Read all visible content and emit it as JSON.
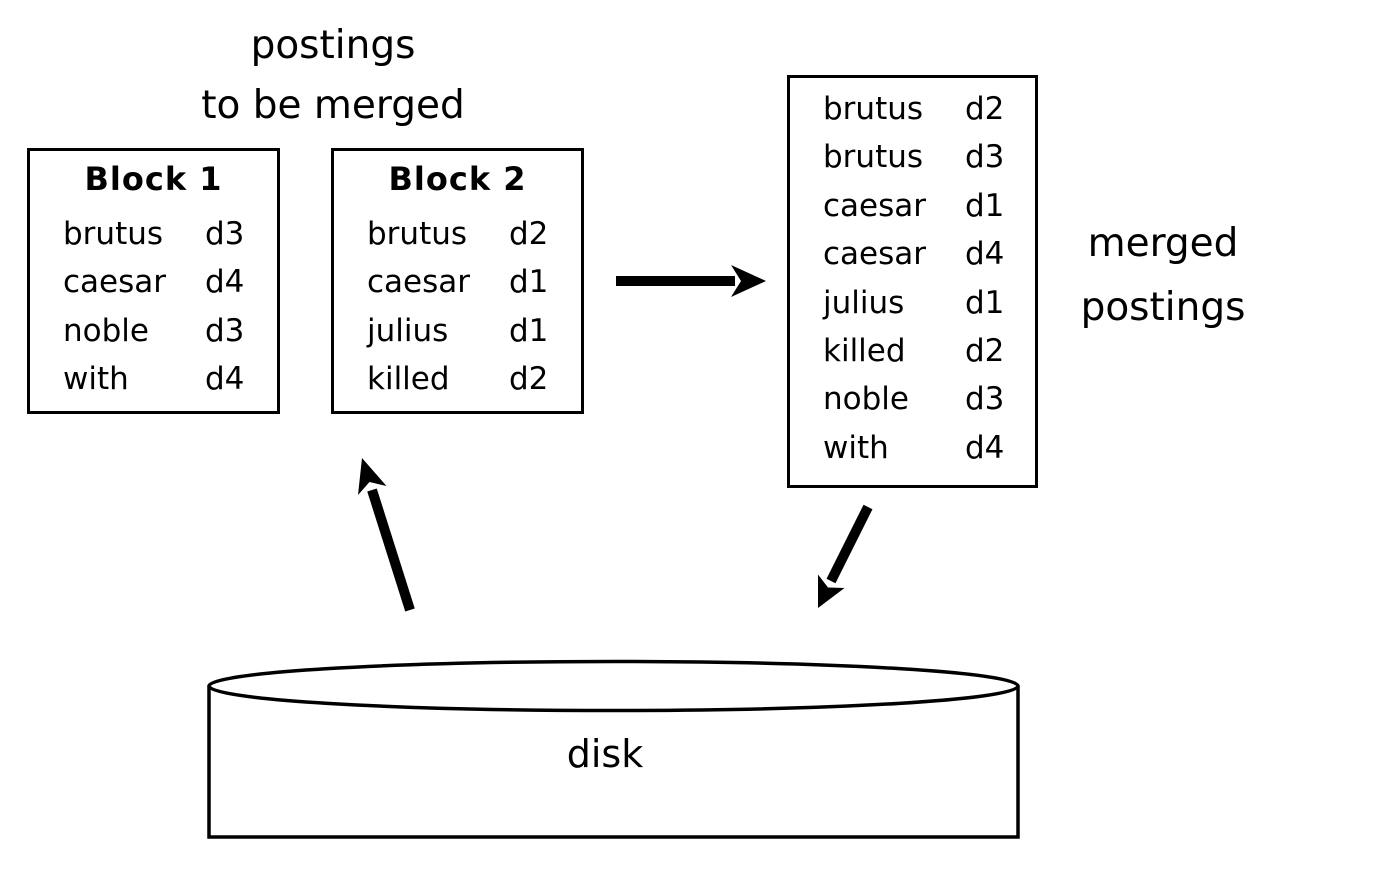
{
  "canvas": {
    "background": "#ffffff",
    "ink": "#000000"
  },
  "title": {
    "line1": "postings",
    "line2": "to be merged"
  },
  "merged_label": {
    "line1": "merged",
    "line2": "postings"
  },
  "disk_label": "disk",
  "blocks": [
    {
      "title": "Block 1",
      "rows": [
        {
          "term": "brutus",
          "doc": "d3"
        },
        {
          "term": "caesar",
          "doc": "d4"
        },
        {
          "term": "noble",
          "doc": "d3"
        },
        {
          "term": "with",
          "doc": "d4"
        }
      ]
    },
    {
      "title": "Block 2",
      "rows": [
        {
          "term": "brutus",
          "doc": "d2"
        },
        {
          "term": "caesar",
          "doc": "d1"
        },
        {
          "term": "julius",
          "doc": "d1"
        },
        {
          "term": "killed",
          "doc": "d2"
        }
      ]
    }
  ],
  "merged": {
    "rows": [
      {
        "term": "brutus",
        "doc": "d2"
      },
      {
        "term": "brutus",
        "doc": "d3"
      },
      {
        "term": "caesar",
        "doc": "d1"
      },
      {
        "term": "caesar",
        "doc": "d4"
      },
      {
        "term": "julius",
        "doc": "d1"
      },
      {
        "term": "killed",
        "doc": "d2"
      },
      {
        "term": "noble",
        "doc": "d3"
      },
      {
        "term": "with",
        "doc": "d4"
      }
    ]
  },
  "icons": {
    "merge_arrow": "right-arrow",
    "load_from_disk_arrow": "up-arrow",
    "write_to_disk_arrow": "down-arrow",
    "disk": "disk-cylinder"
  }
}
